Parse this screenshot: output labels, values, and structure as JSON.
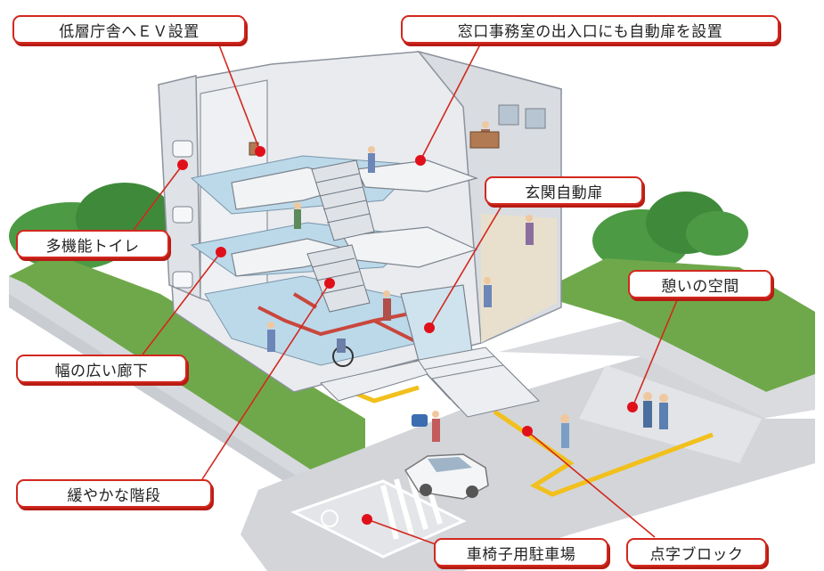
{
  "callouts": {
    "ev": "低層庁舎へＥＶ設置",
    "auto_door_office": "窓口事務室の出入口にも自動扉を設置",
    "entrance_door": "玄関自動扉",
    "toilet": "多機能トイレ",
    "rest_space": "憩いの空間",
    "corridor": "幅の広い廊下",
    "stairs": "緩やかな階段",
    "parking": "車椅子用駐車場",
    "braille": "点字ブロック"
  },
  "colors": {
    "callout_border": "#d2281e",
    "leader_line": "#d2281e",
    "marker_dot": "#e0101a",
    "floor": "#bcd9ea",
    "wall": "#e6e8ec",
    "lawn": "#6fa84a",
    "tree": "#3f8a3a",
    "braille_block": "#f2c01c",
    "route_red": "#c9473c"
  }
}
